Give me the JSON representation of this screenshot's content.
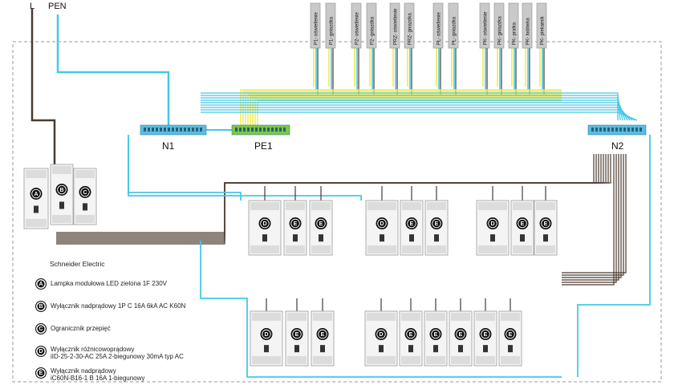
{
  "feed": {
    "l_label": "L",
    "pen_label": "PEN"
  },
  "cables": [
    "P1- oświetlenie",
    "P1- gniazdka",
    "P2- oświetlenie",
    "P2- gniazdka",
    "PRZ- oświetlenie",
    "PRZ- gniazdka",
    "PŁ- oświetlenie",
    "PŁ- gniazdka",
    "PK- oświetlenie",
    "PK- gniazdka",
    "PK- pralka",
    "PK- lodówka",
    "PK- piekarnik"
  ],
  "bars": {
    "n1": "N1",
    "pe1": "PE1",
    "n2": "N2"
  },
  "device_letters": {
    "a": "A",
    "b": "B",
    "c": "C",
    "d": "D",
    "e": "E"
  },
  "legend": {
    "brand": "Schneider Electric",
    "items": [
      {
        "letter": "A",
        "text": "Lampka modułowa LED zielona 1F 230V"
      },
      {
        "letter": "B",
        "text": "Wyłącznik nadprądowy 1P C 16A 6kA AC K60N"
      },
      {
        "letter": "C",
        "text": "Ogranicznik przepięć"
      },
      {
        "letter": "D",
        "text": "Wyłącznik różnicowoprądowy",
        "text2": "iID-25-2-30-AC 25A 2-biegunowy 30mA typ AC"
      },
      {
        "letter": "E",
        "text": "Wyłącznik nadprądowy",
        "text2": "iC60N-B16-1 B 16A 1-biegunowy"
      }
    ]
  },
  "colors": {
    "neutral": "#45c8e6",
    "pe": "#f2ea4a",
    "phase": "#4a3a30",
    "bar_blue": "#59bde3",
    "bar_green": "#7bc843",
    "tag": "#c9c9c9"
  }
}
